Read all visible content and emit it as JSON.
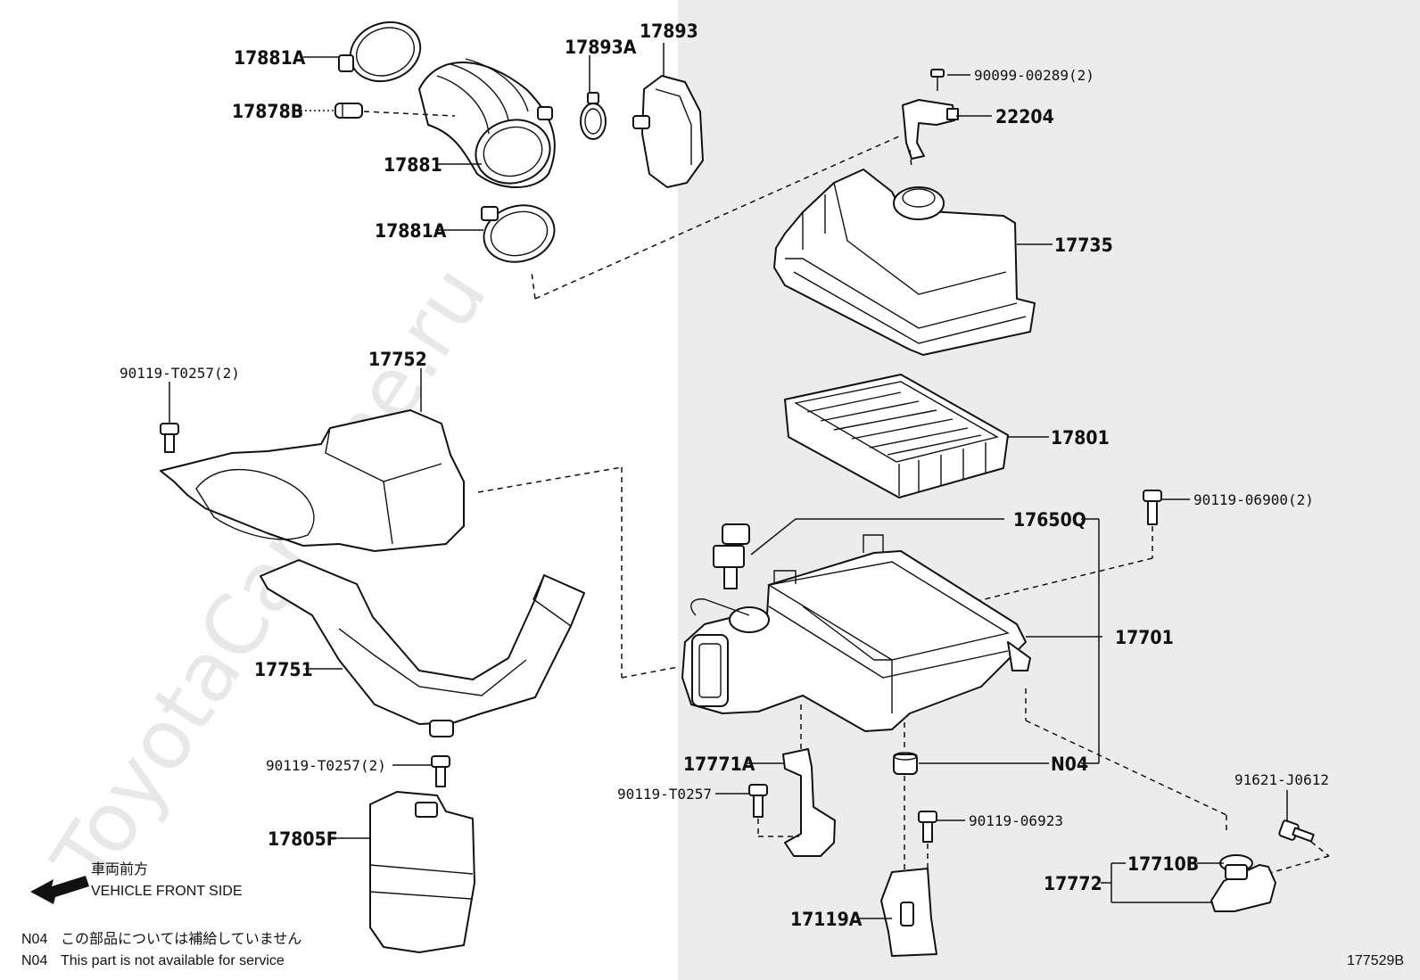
{
  "diagram_code": "177529B",
  "watermark": "ToyotaCarMine.ru",
  "direction": {
    "jp": "車両前方",
    "en": "VEHICLE FRONT SIDE"
  },
  "notes": [
    {
      "code": "N04",
      "jp": "この部品については補給していません",
      "en": "This part is not available for service"
    }
  ],
  "labels": {
    "p17881A_top": "17881A",
    "p17878B": "17878B",
    "p17881": "17881",
    "p17881A_bot": "17881A",
    "p17893A": "17893A",
    "p17893": "17893",
    "p90099_00289": "90099-00289(2)",
    "p22204": "22204",
    "p17735": "17735",
    "p17801": "17801",
    "p17650Q": "17650Q",
    "p90119_06900": "90119-06900(2)",
    "p17701": "17701",
    "p90119_T0257_a": "90119-T0257(2)",
    "p17752": "17752",
    "p17751": "17751",
    "p90119_T0257_b": "90119-T0257(2)",
    "p17805F": "17805F",
    "p17771A": "17771A",
    "p90119_T0257_c": "90119-T0257",
    "pN04": "N04",
    "p90119_06923": "90119-06923",
    "p17119A": "17119A",
    "p91621_J0612": "91621-J0612",
    "p17710B": "17710B",
    "p17772": "17772"
  }
}
